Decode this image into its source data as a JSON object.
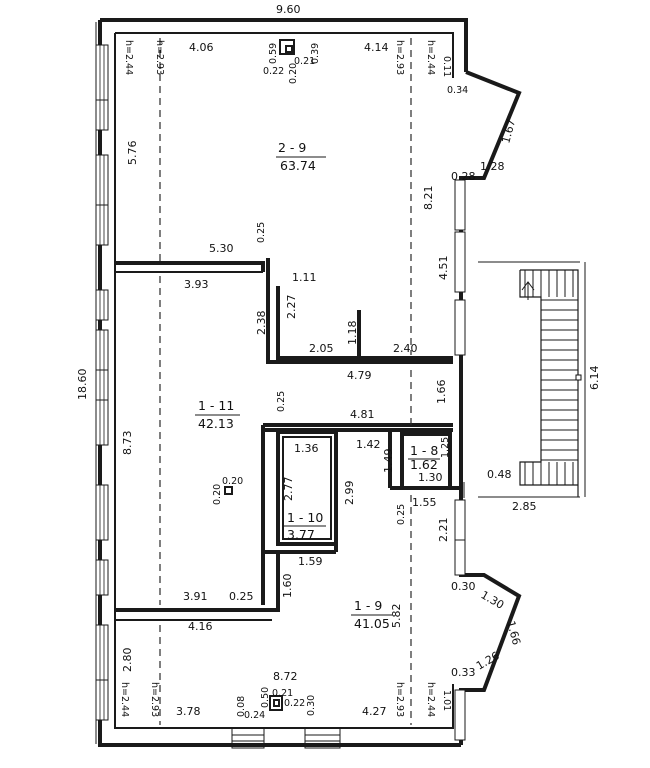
{
  "overall": {
    "width": "9.60",
    "height": "18.60",
    "stair_height": "6.14"
  },
  "rooms": [
    {
      "id": "2 - 9",
      "area": "63.74"
    },
    {
      "id": "1 - 11",
      "area": "42.13"
    },
    {
      "id": "1 - 9",
      "area": "41.05"
    },
    {
      "id": "1 - 10",
      "area": "3.77"
    },
    {
      "id": "1 - 8",
      "area": "1.62"
    }
  ],
  "ceiling": {
    "h1": "h=2.44",
    "h2": "h=2.93",
    "h3": "h=2.93",
    "h4": "h=2.44",
    "h5": "h=2.93",
    "h6": "h=2.44",
    "h7": "h=2.93",
    "h8": "h=2.44"
  },
  "dimensions": {
    "top_left": "4.06",
    "top_right": "4.14",
    "chimney_a": "0.59",
    "chimney_b": "0.39",
    "chimney_c": "0.22",
    "chimney_d": "0.21",
    "chimney_e": "0.20",
    "top_ne": "0.11",
    "bay_top_a": "0.34",
    "bay_top_b": "1.67",
    "bay_top_c": "1.28",
    "bay_top_d": "0.28",
    "left_upper": "5.76",
    "upper_depth": "8.21",
    "wall_left": "5.30",
    "wall_thick": "0.25",
    "r11_top": "3.93",
    "notch_w": "1.11",
    "notch_h": "2.27",
    "step_h": "2.38",
    "partition": "1.18",
    "bottom_a": "2.05",
    "bottom_b": "2.40",
    "side_right": "4.51",
    "corridor_w": "4.79",
    "corridor_t": "0.25",
    "corridor_h": "1.66",
    "corridor_w2": "4.81",
    "left_mid": "8.73",
    "pillar_a": "0.20",
    "pillar_b": "0.20",
    "r10_w": "1.36",
    "r10_h": "2.77",
    "hall_w": "1.42",
    "hall_h": "2.99",
    "wc_h": "1.49",
    "wc_h2": "1.25",
    "wc_w": "1.30",
    "wc_w2": "1.55",
    "entry": "0.48",
    "stair_w": "2.85",
    "wall_t2": "0.25",
    "side_low": "2.21",
    "r10_bot": "1.59",
    "r11_bot": "3.91",
    "r11_bot2": "0.25",
    "step_low": "1.60",
    "r9_top": "4.16",
    "r9_depth": "5.82",
    "bay_low_a": "0.30",
    "bay_low_b": "1.30",
    "bay_low_c": "1.66",
    "bay_low_d": "1.26",
    "bay_low_e": "0.33",
    "left_low": "2.80",
    "bottom_w": "8.72",
    "bot_left": "3.78",
    "bot_a": "0.08",
    "bot_b": "0.24",
    "bot_c": "0.50",
    "bot_d": "0.21",
    "bot_e": "0.22",
    "bot_f": "0.30",
    "bot_right": "4.27",
    "bot_ne": "1.01"
  }
}
